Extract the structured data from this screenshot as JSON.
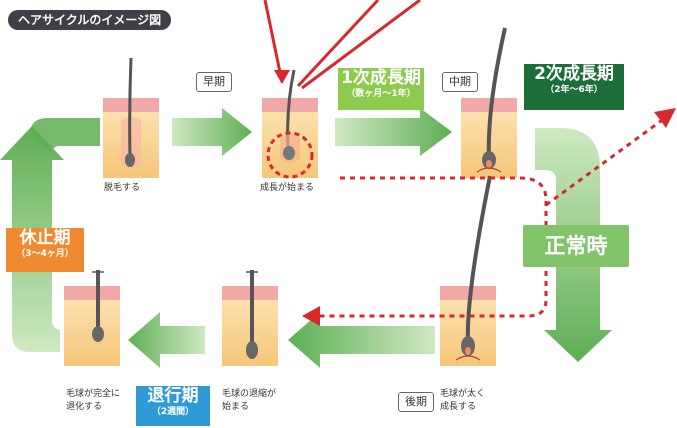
{
  "title": "ヘアサイクルのイメージ図",
  "colors": {
    "green_light": "#8ccb72",
    "green_mid": "#6bb25d",
    "green_dark": "#1d6f3a",
    "orange": "#f08a30",
    "blue": "#2e9bd6",
    "red_dashed": "#d8282e",
    "skin_pink": "#f0a9a6",
    "tissue_yellow": "#fbd79a"
  },
  "tags": {
    "early": "早期",
    "middle": "中期",
    "late": "後期"
  },
  "phases": {
    "anagen1": {
      "label": "1次成長期",
      "sub": "（数ヶ月〜1年）"
    },
    "anagen2": {
      "label": "2次成長期",
      "sub": "（2年〜6年）"
    },
    "telogen": {
      "label": "休止期",
      "sub": "（3〜4ヶ月）"
    },
    "catagen": {
      "label": "退行期",
      "sub": "（2週間）"
    }
  },
  "normal_label": "正常時",
  "captions": {
    "shedding": "脱毛する",
    "growth_starts": "成長が始まる",
    "bulb_grows_1": "毛球が太く",
    "bulb_grows_2": "成長する",
    "regression_starts_1": "毛球の退縮が",
    "regression_starts_2": "始まる",
    "fully_regressed_1": "毛球が完全に",
    "fully_regressed_2": "退化する"
  }
}
